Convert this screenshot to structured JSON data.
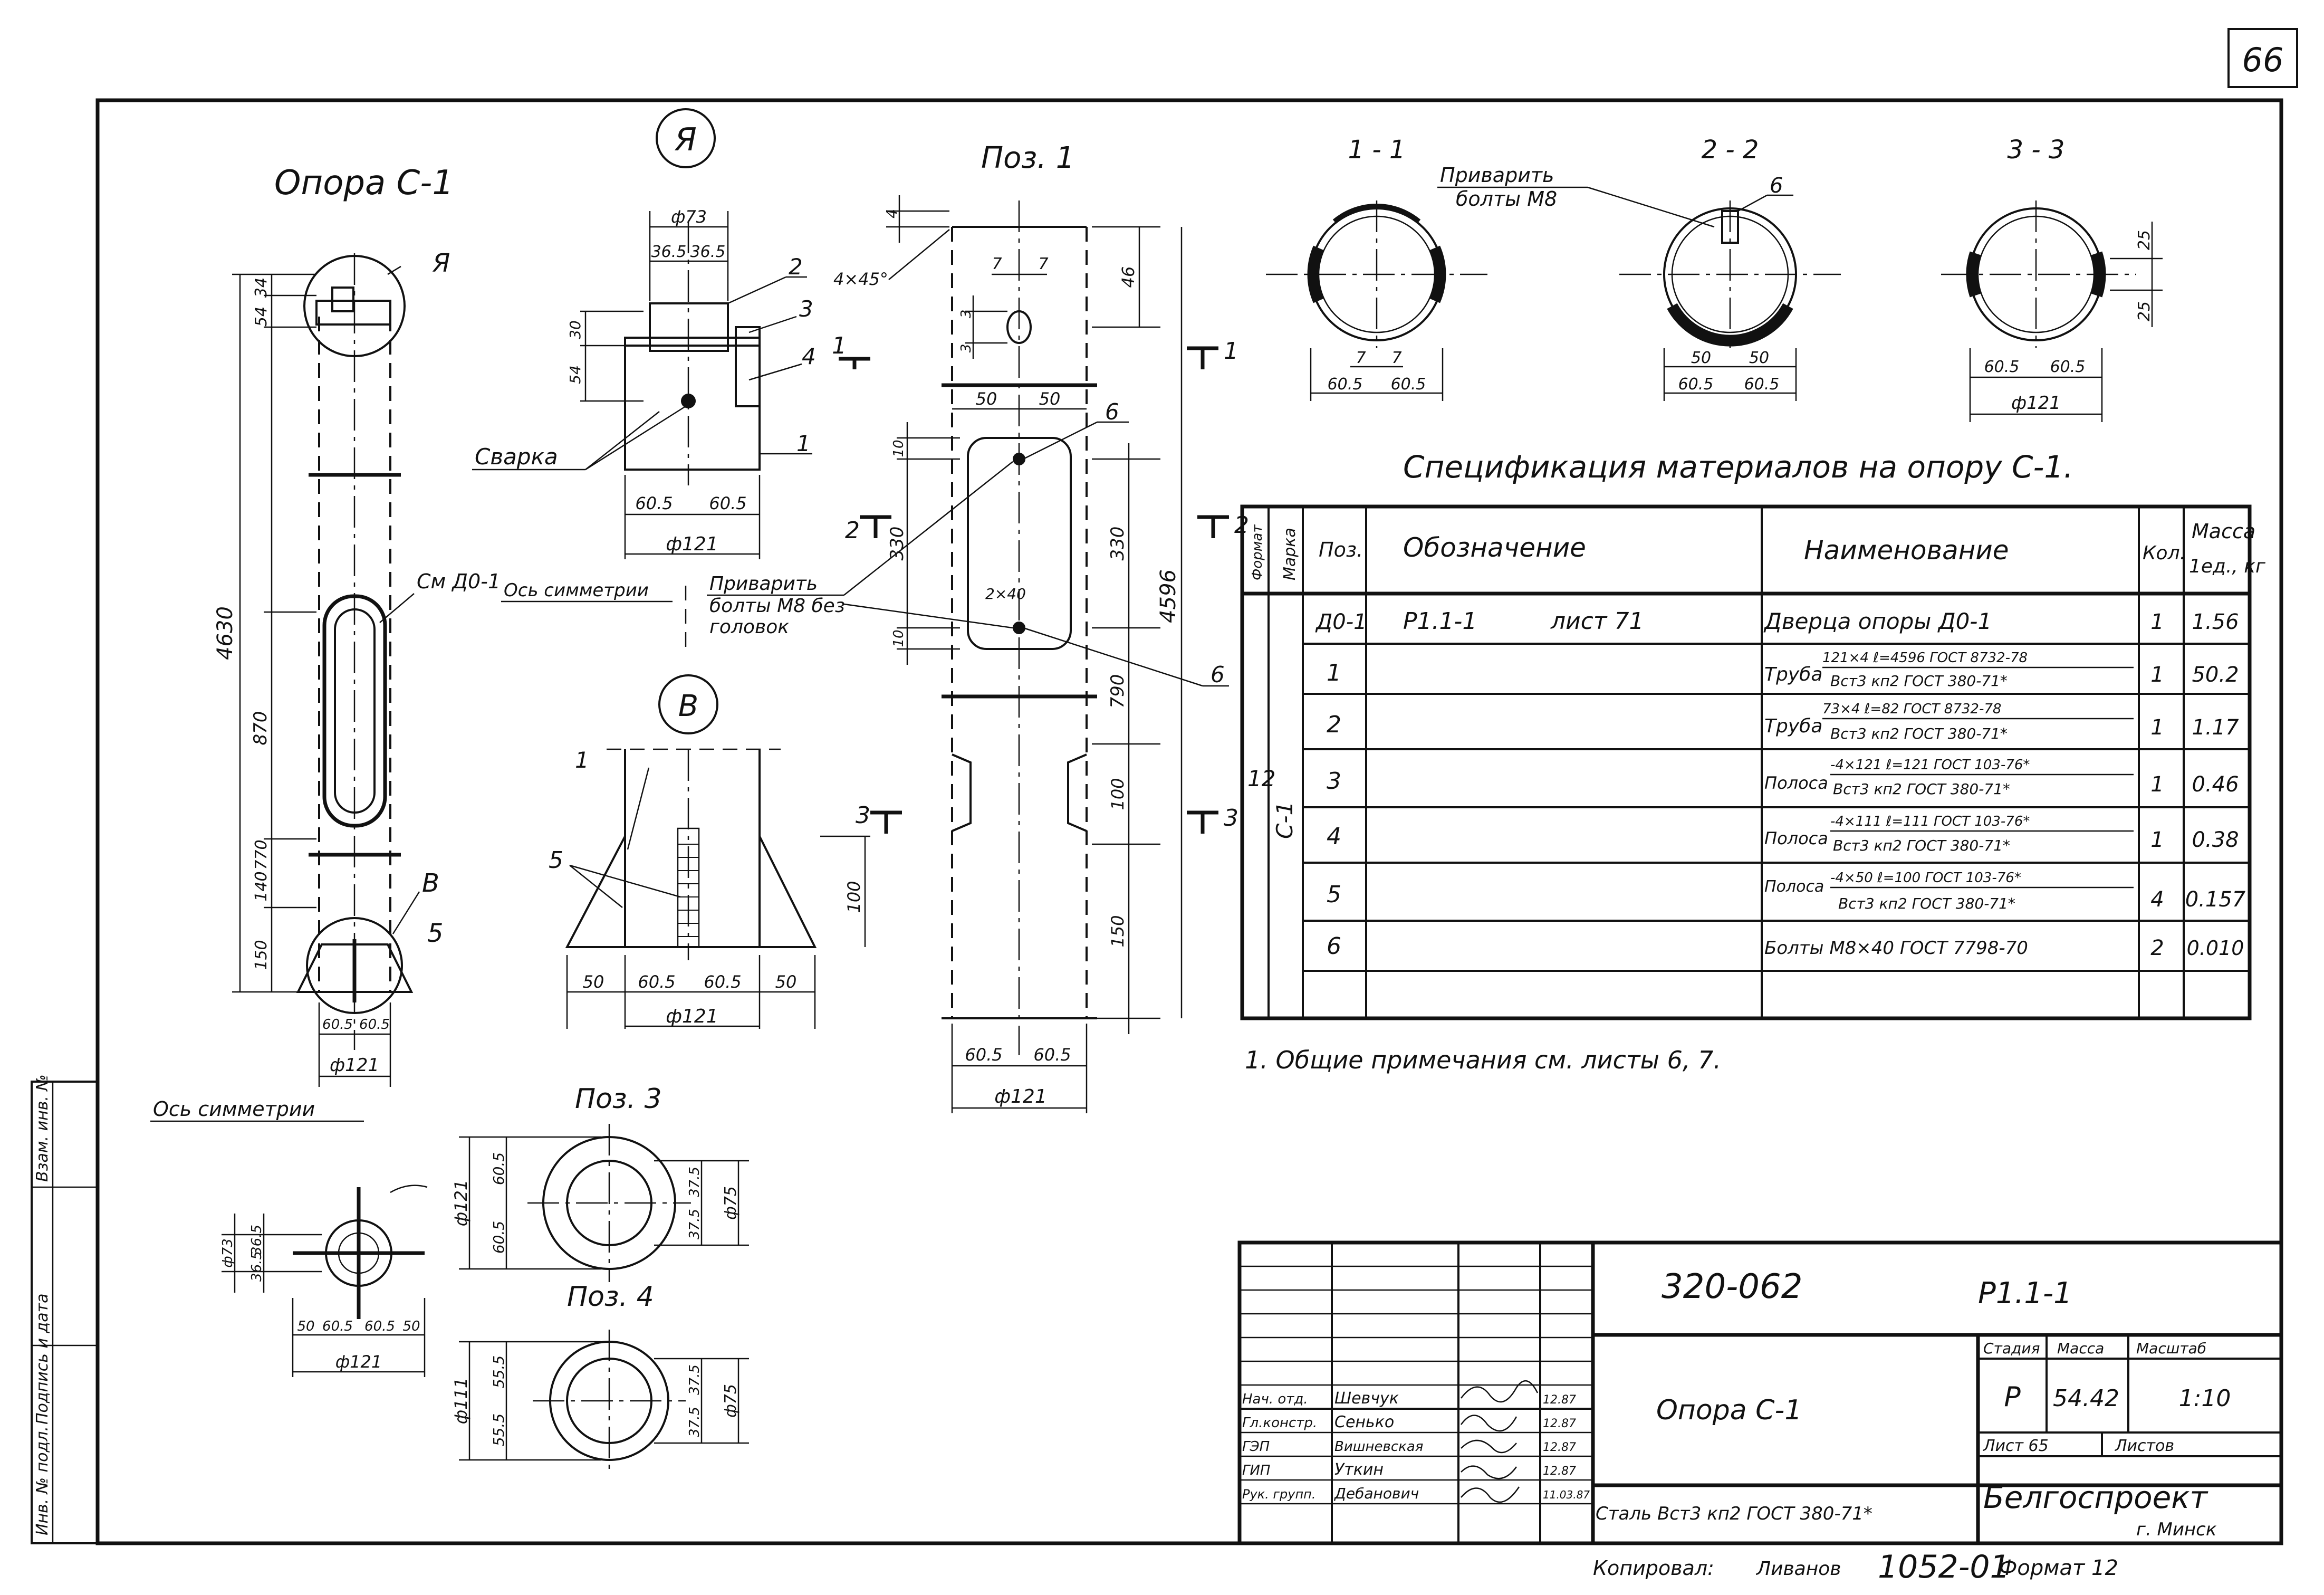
{
  "sheet_number": "66",
  "main_view": {
    "title": "Опора С-1",
    "callout_a": "Я",
    "label_v": "В",
    "label_5": "5",
    "ref_door": "См Д0-1",
    "axis_label": "Ось симметрии",
    "dims": [
      "34",
      "54",
      "4630",
      "870",
      "770",
      "140",
      "150",
      "60.5",
      "60.5",
      "ф121"
    ]
  },
  "detail_a": {
    "callout": "Я",
    "dims": [
      "ф73",
      "36.5",
      "36.5",
      "30",
      "54",
      "60.5",
      "60.5",
      "ф121"
    ],
    "callouts": [
      "2",
      "3",
      "4",
      "1"
    ],
    "weld_label": "Сварка"
  },
  "detail_b": {
    "callout": "В",
    "callouts": [
      "1",
      "5"
    ],
    "dims": [
      "50",
      "60.5",
      "60.5",
      "50",
      "ф121",
      "100"
    ]
  },
  "pos1": {
    "title": "Поз. 1",
    "chamfer": "4×45°",
    "dims": [
      "4",
      "46",
      "7",
      "7",
      "3",
      "3",
      "50",
      "50",
      "10",
      "330",
      "330",
      "4596",
      "10",
      "790",
      "100",
      "150",
      "60.5",
      "60.5",
      "ф121"
    ],
    "callouts": [
      "6",
      "6"
    ],
    "bolt_note_1": "Приварить",
    "bolt_note_2": "болты М8 без",
    "bolt_note_3": "головок",
    "axis_label": "Ось симметрии",
    "bolt_dim": "2×40",
    "section_marks": [
      "1",
      "1",
      "2",
      "2",
      "3",
      "3"
    ]
  },
  "sections": {
    "s11": {
      "title": "1 - 1",
      "dims": [
        "7",
        "7",
        "60.5",
        "60.5"
      ]
    },
    "s22": {
      "title": "2 - 2",
      "note_1": "Приварить",
      "note_2": "болты М8",
      "callout": "6",
      "dims": [
        "50",
        "50",
        "60.5",
        "60.5"
      ]
    },
    "s33": {
      "title": "3 - 3",
      "dims": [
        "25",
        "25",
        "60.5",
        "60.5",
        "ф121"
      ]
    }
  },
  "pos3": {
    "title": "Поз. 3",
    "dims": [
      "ф121",
      "60.5",
      "60.5",
      "37.5",
      "37.5",
      "ф75"
    ]
  },
  "pos4": {
    "title": "Поз. 4",
    "dims": [
      "ф111",
      "55.5",
      "55.5",
      "37.5",
      "37.5",
      "ф75"
    ]
  },
  "bottom_view": {
    "axis_label": "Ось симметрии",
    "dims": [
      "ф73",
      "36.5",
      "36.5",
      "50",
      "60.5",
      "60.5",
      "50",
      "ф121"
    ]
  },
  "spec": {
    "title": "Спецификация материалов на опору С-1.",
    "headers": {
      "format": "Формат",
      "mark": "Марка",
      "pos": "Поз.",
      "designation": "Обозначение",
      "name": "Наименование",
      "qty": "Кол.",
      "mass_1": "Масса",
      "mass_2": "1ед., кг"
    },
    "group_format": "12",
    "group_mark": "С-1",
    "rows": [
      {
        "pos": "Д0-1",
        "designation": "Р1.1-1",
        "sheet": "лист 71",
        "name_prefix": "Дверца опоры Д0-1",
        "name_top": "",
        "name_bottom": "",
        "qty": "1",
        "mass": "1.56"
      },
      {
        "pos": "1",
        "designation": "",
        "sheet": "",
        "name_prefix": "Труба",
        "name_top": "121×4 ℓ=4596 ГОСТ 8732-78",
        "name_bottom": "Вст3 кп2 ГОСТ 380-71*",
        "qty": "1",
        "mass": "50.2"
      },
      {
        "pos": "2",
        "designation": "",
        "sheet": "",
        "name_prefix": "Труба",
        "name_top": "73×4 ℓ=82 ГОСТ 8732-78",
        "name_bottom": "Вст3 кп2 ГОСТ 380-71*",
        "qty": "1",
        "mass": "1.17"
      },
      {
        "pos": "3",
        "designation": "",
        "sheet": "",
        "name_prefix": "Полоса",
        "name_top": "-4×121 ℓ=121 ГОСТ 103-76*",
        "name_bottom": "Вст3 кп2 ГОСТ 380-71*",
        "qty": "1",
        "mass": "0.46"
      },
      {
        "pos": "4",
        "designation": "",
        "sheet": "",
        "name_prefix": "Полоса",
        "name_top": "-4×111 ℓ=111 ГОСТ 103-76*",
        "name_bottom": "Вст3 кп2 ГОСТ 380-71*",
        "qty": "1",
        "mass": "0.38"
      },
      {
        "pos": "5",
        "designation": "",
        "sheet": "",
        "name_prefix": "Полоса",
        "name_top": "-4×50 ℓ=100 ГОСТ 103-76*",
        "name_bottom": "Вст3 кп2 ГОСТ 380-71*",
        "qty": "4",
        "mass": "0.157"
      },
      {
        "pos": "6",
        "designation": "",
        "sheet": "",
        "name_prefix": "Болты М8×40 ГОСТ 7798-70",
        "name_top": "",
        "name_bottom": "",
        "qty": "2",
        "mass": "0.010"
      }
    ]
  },
  "notes": "1. Общие примечания см. листы 6, 7.",
  "title_block": {
    "doc_number": "320-062",
    "sheet_code": "Р1.1-1",
    "name": "Опора С-1",
    "material": "Сталь Вст3 кп2 ГОСТ 380-71*",
    "stage_label": "Стадия",
    "mass_label": "Масса",
    "scale_label": "Масштаб",
    "stage": "Р",
    "mass": "54.42",
    "scale": "1:10",
    "sheet_label": "Лист 65",
    "sheets_label": "Листов",
    "org": "Белгоспроект",
    "city": "г. Минск",
    "people": [
      {
        "role": "Нач. отд.",
        "name": "Шевчук",
        "date": "12.87"
      },
      {
        "role": "Гл.констр.",
        "name": "Сенько",
        "date": "12.87"
      },
      {
        "role": "ГЭП",
        "name": "Вишневская",
        "date": "12.87"
      },
      {
        "role": "ГИП",
        "name": "Уткин",
        "date": "12.87"
      },
      {
        "role": "Рук. групп.",
        "name": "Дебанович",
        "date": "11.03.87"
      }
    ]
  },
  "side_stamp": [
    "Инв. № подл.",
    "Подпись и дата",
    "Взам. инв. №"
  ],
  "footer": {
    "copied": "Копировал:",
    "copier": "Ливанов",
    "code": "1052-01",
    "format": "Формат 12"
  }
}
